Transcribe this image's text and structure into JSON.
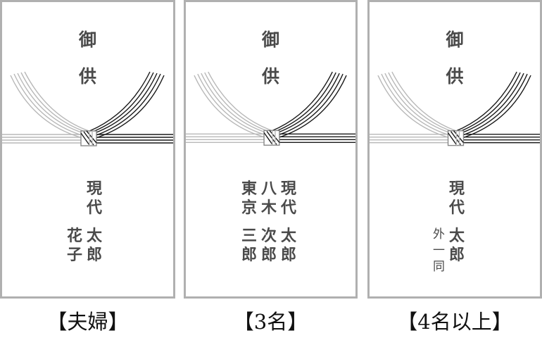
{
  "colors": {
    "panel_border": "#b0b0b0",
    "ink": "#4a4a4a",
    "cord_white": "#b8b8b8",
    "cord_black": "#1a1a1a"
  },
  "panels": [
    {
      "omote": [
        "御",
        "供"
      ],
      "name_columns": [
        [
          "現",
          "代",
          "",
          "太",
          "郎"
        ],
        [
          "",
          "",
          "",
          "花",
          "子"
        ]
      ],
      "caption": "【夫婦】"
    },
    {
      "omote": [
        "御",
        "供"
      ],
      "name_columns": [
        [
          "現",
          "代",
          "",
          "太",
          "郎"
        ],
        [
          "八",
          "木",
          "",
          "次",
          "郎"
        ],
        [
          "東",
          "京",
          "",
          "三",
          "郎"
        ]
      ],
      "caption": "【3名】"
    },
    {
      "omote": [
        "御",
        "供"
      ],
      "name_columns": [
        [
          "現",
          "代",
          "",
          "太",
          "郎"
        ],
        [
          "",
          "",
          "",
          "外",
          "一",
          "同"
        ]
      ],
      "caption": "【4名以上】"
    }
  ]
}
